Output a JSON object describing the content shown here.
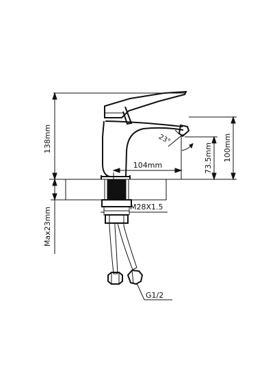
{
  "dimensions": {
    "total_height": "138mm",
    "spout_height": "100mm",
    "outlet_height": "73.5mm",
    "spout_reach": "104mm",
    "outlet_angle": "23°",
    "thread_size": "M28X1.5",
    "max_thickness": "Max23mm",
    "hose_connection": "G1/2"
  },
  "colors": {
    "line": "#111111",
    "background": "#ffffff"
  }
}
